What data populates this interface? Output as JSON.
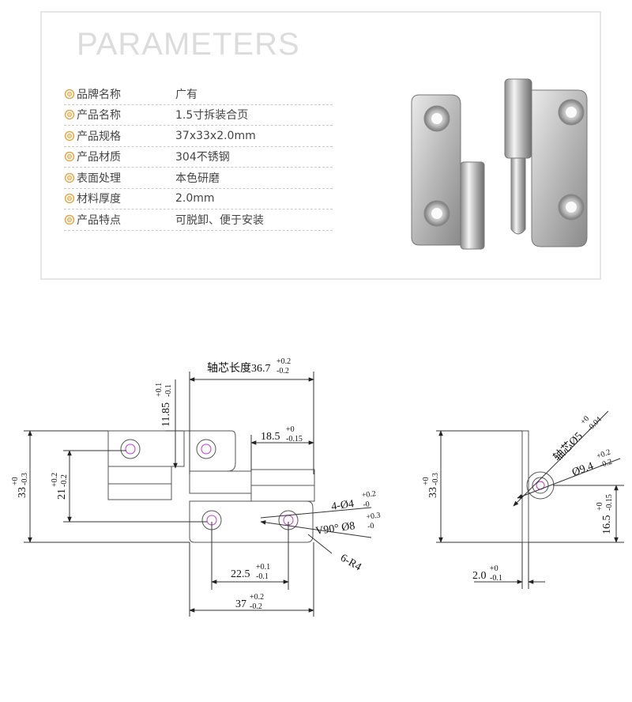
{
  "header": {
    "title": "PARAMETERS"
  },
  "params": [
    {
      "label": "品牌名称",
      "value": "广有"
    },
    {
      "label": "产品名称",
      "value": "1.5寸拆装合页"
    },
    {
      "label": "产品规格",
      "value": "37x33x2.0mm"
    },
    {
      "label": "产品材质",
      "value": "304不锈钢"
    },
    {
      "label": "表面处理",
      "value": "本色研磨"
    },
    {
      "label": "材料厚度",
      "value": "2.0mm"
    },
    {
      "label": "产品特点",
      "value": "可脱卸、便于安装"
    }
  ],
  "drawing": {
    "front": {
      "shaft_length": "轴芯长度36.7",
      "shaft_length_tol_up": "+0.2",
      "shaft_length_tol_dn": "-0.2",
      "dim_11_85": "11.85",
      "dim_11_85_up": "+0.1",
      "dim_11_85_dn": "-0.1",
      "dim_18_5": "18.5",
      "dim_18_5_up": "+0",
      "dim_18_5_dn": "-0.15",
      "dim_33": "33",
      "dim_33_up": "+0",
      "dim_33_dn": "-0.3",
      "dim_21": "21",
      "dim_21_up": "+0.2",
      "dim_21_dn": "-0.2",
      "hole_dia": "4-Ø4",
      "hole_dia_up": "+0.2",
      "hole_dia_dn": "-0",
      "countersink": "V90° Ø8",
      "countersink_up": "+0.3",
      "countersink_dn": "-0",
      "radius": "6-R4",
      "dim_22_5": "22.5",
      "dim_22_5_up": "+0.1",
      "dim_22_5_dn": "-0.1",
      "dim_37": "37",
      "dim_37_up": "+0.2",
      "dim_37_dn": "-0.2"
    },
    "side": {
      "shaft_dia": "轴芯Ø5",
      "shaft_dia_up": "+0",
      "shaft_dia_dn": "-0.04",
      "knuckle_dia": "Ø9.4",
      "knuckle_dia_up": "+0.2",
      "knuckle_dia_dn": "-0.2",
      "dim_33": "33",
      "dim_33_up": "+0",
      "dim_33_dn": "-0.3",
      "dim_16_5": "16.5",
      "dim_16_5_up": "+0",
      "dim_16_5_dn": "-0.15",
      "dim_2_0": "2.0",
      "dim_2_0_up": "+0",
      "dim_2_0_dn": "-0.1"
    }
  }
}
